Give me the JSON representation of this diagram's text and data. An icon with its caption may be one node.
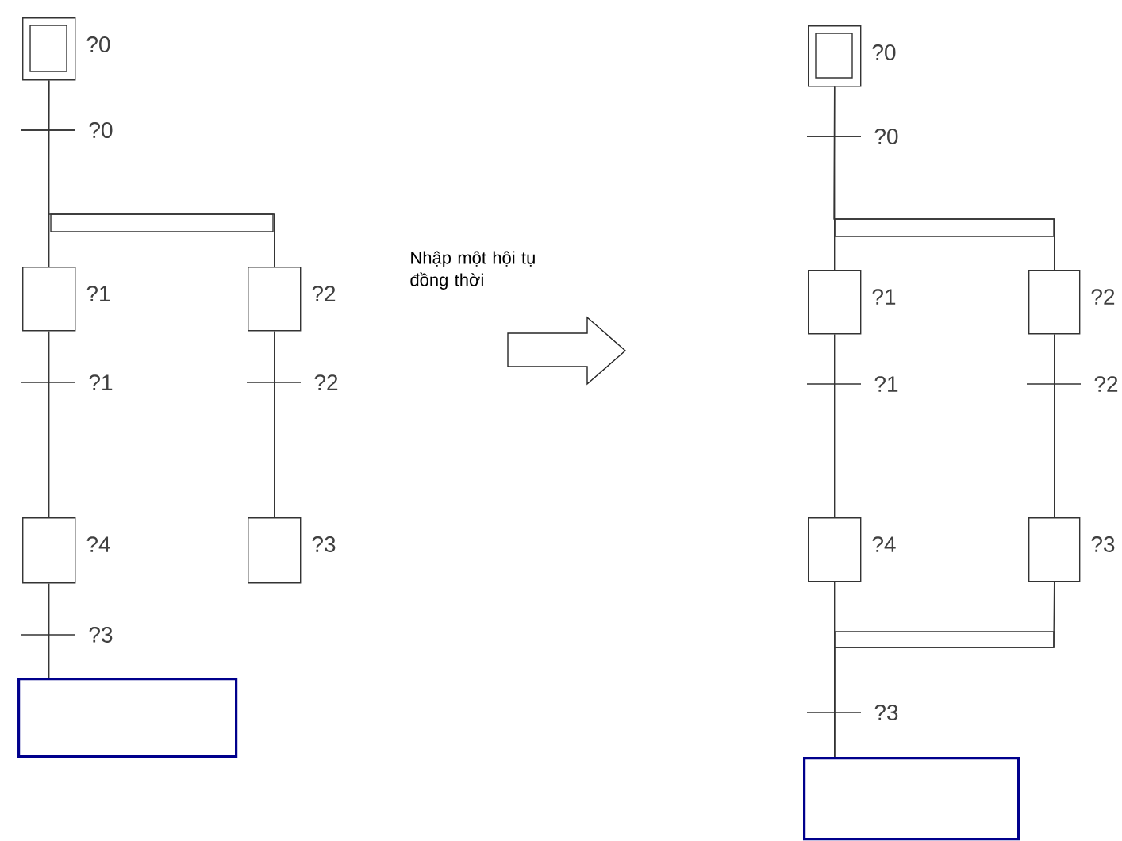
{
  "diagram": {
    "nodes": [
      {
        "text": [],
        "shape": "box",
        "beside": [
          "?0"
        ]
      },
      {
        "text": [],
        "shape": "box",
        "beside": [
          "?1"
        ]
      },
      {
        "text": [],
        "shape": "box",
        "beside": [
          "?2"
        ]
      },
      {
        "text": [],
        "shape": "box",
        "beside": [
          "?4"
        ]
      },
      {
        "text": [],
        "shape": "box",
        "beside": [
          "?3"
        ]
      },
      {
        "text": [],
        "shape": "box"
      },
      {
        "text": [],
        "shape": "box",
        "beside": [
          "?0"
        ]
      },
      {
        "text": [],
        "shape": "box",
        "beside": [
          "?1"
        ]
      },
      {
        "text": [],
        "shape": "box",
        "beside": [
          "?2"
        ]
      },
      {
        "text": [],
        "shape": "box",
        "beside": [
          "?4"
        ]
      },
      {
        "text": [],
        "shape": "box",
        "beside": [
          "?3"
        ]
      },
      {
        "text": [],
        "shape": "box"
      }
    ],
    "edges": [
      {
        "from": 0,
        "to": 1,
        "arrow": "none",
        "label": "?0"
      },
      {
        "from": 0,
        "to": 2,
        "arrow": "none"
      },
      {
        "from": 1,
        "to": 3,
        "arrow": "none",
        "label": "?1"
      },
      {
        "from": 2,
        "to": 4,
        "arrow": "none",
        "label": "?2"
      },
      {
        "from": 3,
        "to": 5,
        "arrow": "none",
        "label": "?3"
      },
      {
        "from": 6,
        "to": 7,
        "arrow": "none",
        "label": "?0"
      },
      {
        "from": 6,
        "to": 8,
        "arrow": "none"
      },
      {
        "from": 7,
        "to": 9,
        "arrow": "none",
        "label": "?1"
      },
      {
        "from": 8,
        "to": 10,
        "arrow": "none",
        "label": "?2"
      },
      {
        "from": 9,
        "to": 11,
        "arrow": "none",
        "label": "?3"
      },
      {
        "from": 10,
        "to": 11,
        "arrow": "none"
      }
    ],
    "labels": [
      "Nhập một hội tụ đồng thời"
    ]
  }
}
